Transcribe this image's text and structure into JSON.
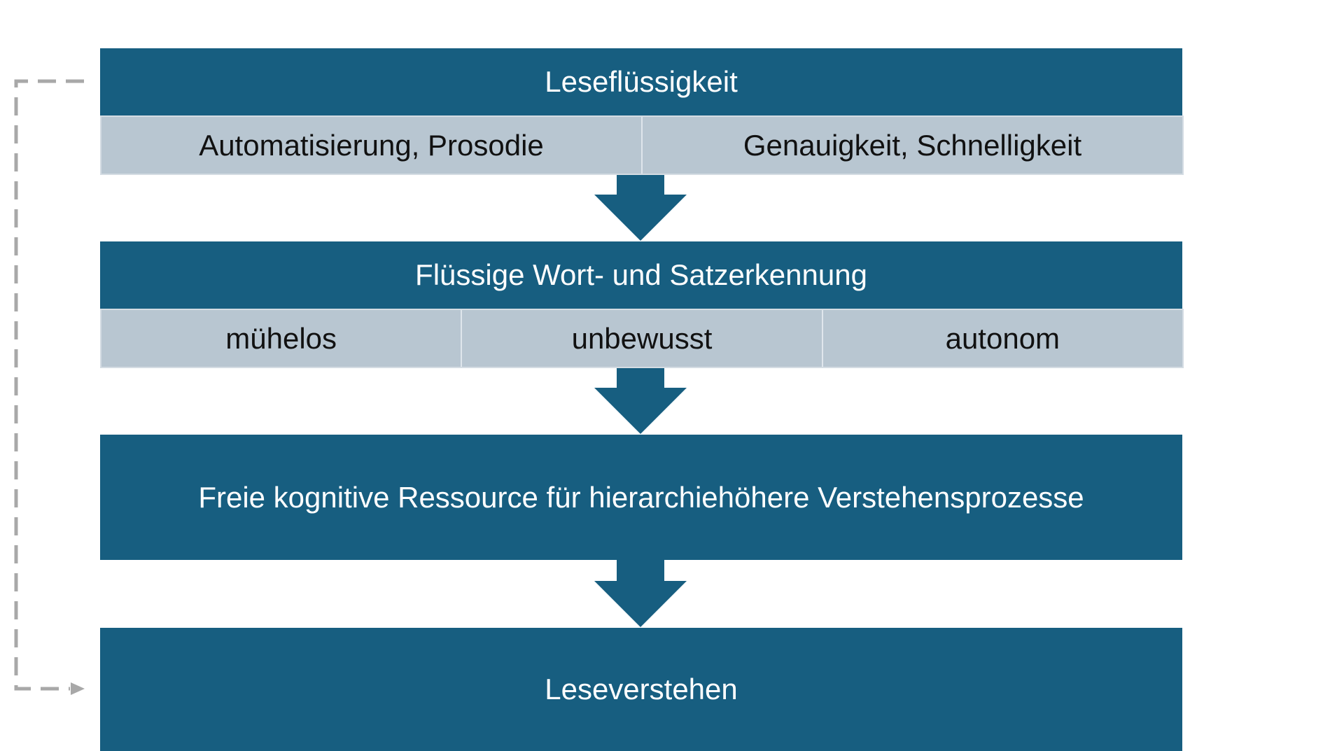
{
  "diagram": {
    "box1": {
      "title": "Leseflüssigkeit",
      "items": [
        "Automatisierung, Prosodie",
        "Genauigkeit, Schnelligkeit"
      ]
    },
    "box2": {
      "title": "Flüssige Wort- und Satzerkennung",
      "items": [
        "mühelos",
        "unbewusst",
        "autonom"
      ]
    },
    "box3": {
      "title": "Freie kognitive Ressource für hierarchiehöhere Verstehensprozesse"
    },
    "box4": {
      "title": "Leseverstehen"
    },
    "colors": {
      "primary": "#175e80",
      "secondary": "#b8c6d1",
      "feedback_line": "#a8a8a8"
    }
  }
}
